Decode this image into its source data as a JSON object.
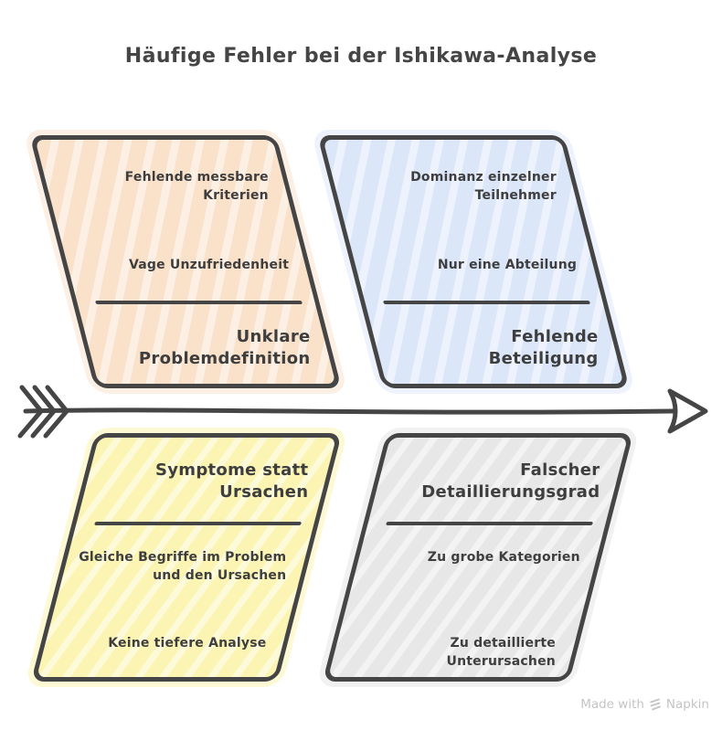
{
  "title": "Häufige Fehler bei der Ishikawa-Analyse",
  "boxes": [
    {
      "position": "top-left",
      "fill": "#FAE1C9",
      "items": [
        "Fehlende messbare Kriterien",
        "Vage Unzufriedenheit"
      ],
      "label": "Unklare Problemdefinition"
    },
    {
      "position": "top-right",
      "fill": "#DBE6F9",
      "items": [
        "Dominanz einzelner Teilnehmer",
        "Nur eine Abteilung"
      ],
      "label": "Fehlende Beteiligung"
    },
    {
      "position": "bottom-left",
      "fill": "#FBF4B2",
      "label": "Symptome statt Ursachen",
      "items": [
        "Gleiche Begriffe im Problem und den Ursachen",
        "Keine tiefere Analyse"
      ]
    },
    {
      "position": "bottom-right",
      "fill": "#E7E7E7",
      "label": "Falscher Detaillierungsgrad",
      "items": [
        "Zu grobe Kategorien",
        "Zu detaillierte Unterursachen"
      ]
    }
  ],
  "colors": {
    "outline": "#454545",
    "text": "#3E3E3E",
    "background": "#FFFFFF",
    "footer_text": "#C4C4C4"
  },
  "footer": {
    "made_with": "Made with",
    "brand": "Napkin"
  }
}
